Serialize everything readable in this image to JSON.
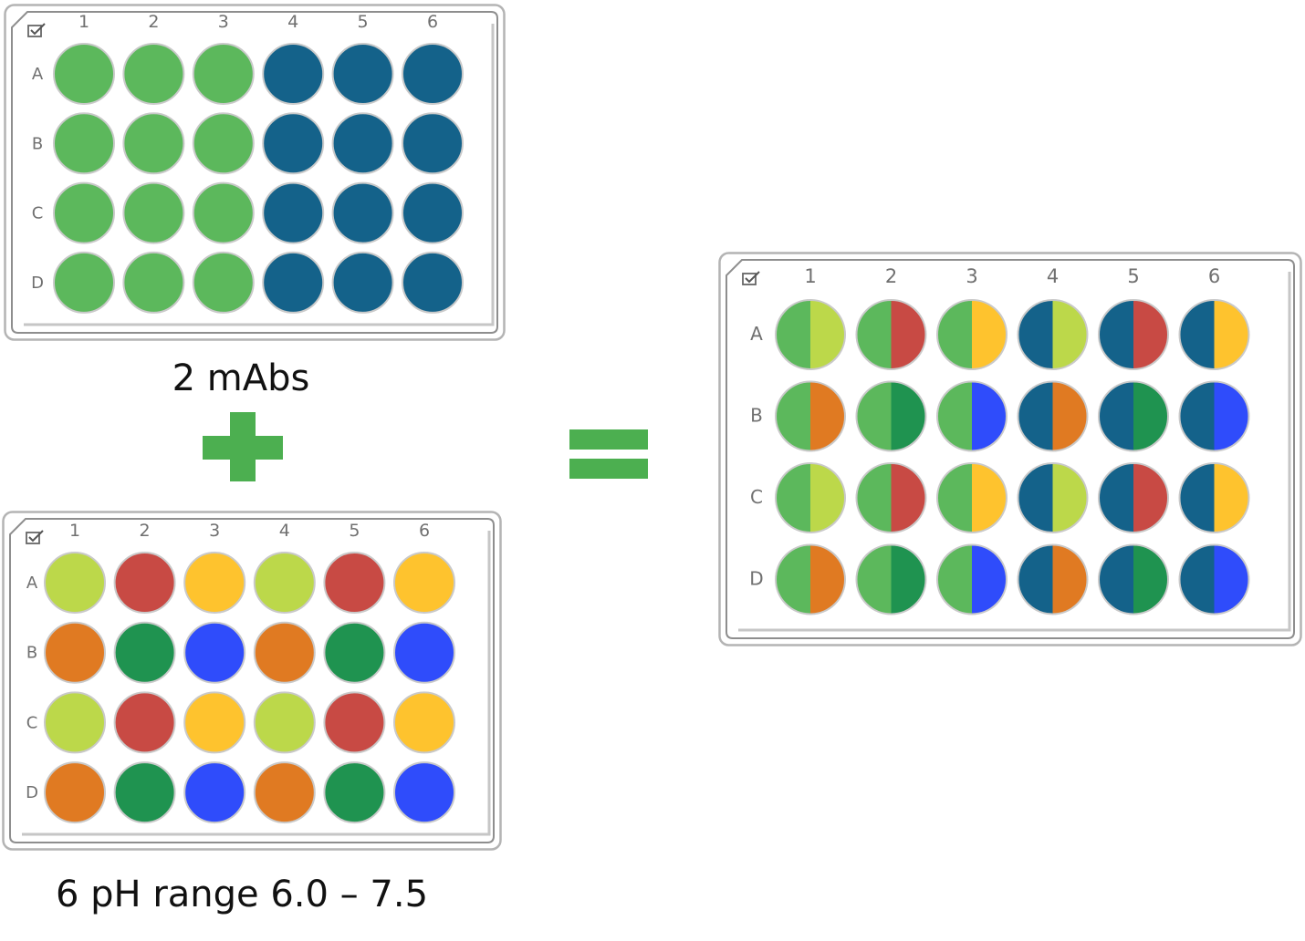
{
  "colors": {
    "mab1": "#5cb85c",
    "mab2": "#14628a",
    "ph_a": "#bcd84a",
    "ph_b": "#c84a44",
    "ph_c": "#fec32e",
    "ph_d": "#e07a22",
    "ph_e": "#1f9350",
    "ph_f": "#2f4cfb",
    "operator": "#4caf50",
    "plate_border": "#9a9a9a",
    "plate_label": "#707070"
  },
  "plate_labels": {
    "columns": [
      "1",
      "2",
      "3",
      "4",
      "5",
      "6"
    ],
    "rows": [
      "A",
      "B",
      "C",
      "D"
    ]
  },
  "plates": {
    "mabs": {
      "caption": "2 mAbs",
      "wells": [
        [
          "mab1",
          "mab1",
          "mab1",
          "mab2",
          "mab2",
          "mab2"
        ],
        [
          "mab1",
          "mab1",
          "mab1",
          "mab2",
          "mab2",
          "mab2"
        ],
        [
          "mab1",
          "mab1",
          "mab1",
          "mab2",
          "mab2",
          "mab2"
        ],
        [
          "mab1",
          "mab1",
          "mab1",
          "mab2",
          "mab2",
          "mab2"
        ]
      ]
    },
    "ph": {
      "caption": "6 pH range 6.0 – 7.5",
      "wells": [
        [
          "ph_a",
          "ph_b",
          "ph_c",
          "ph_a",
          "ph_b",
          "ph_c"
        ],
        [
          "ph_d",
          "ph_e",
          "ph_f",
          "ph_d",
          "ph_e",
          "ph_f"
        ],
        [
          "ph_a",
          "ph_b",
          "ph_c",
          "ph_a",
          "ph_b",
          "ph_c"
        ],
        [
          "ph_d",
          "ph_e",
          "ph_f",
          "ph_d",
          "ph_e",
          "ph_f"
        ]
      ]
    },
    "combined": {
      "wells": [
        [
          [
            "mab1",
            "ph_a"
          ],
          [
            "mab1",
            "ph_b"
          ],
          [
            "mab1",
            "ph_c"
          ],
          [
            "mab2",
            "ph_a"
          ],
          [
            "mab2",
            "ph_b"
          ],
          [
            "mab2",
            "ph_c"
          ]
        ],
        [
          [
            "mab1",
            "ph_d"
          ],
          [
            "mab1",
            "ph_e"
          ],
          [
            "mab1",
            "ph_f"
          ],
          [
            "mab2",
            "ph_d"
          ],
          [
            "mab2",
            "ph_e"
          ],
          [
            "mab2",
            "ph_f"
          ]
        ],
        [
          [
            "mab1",
            "ph_a"
          ],
          [
            "mab1",
            "ph_b"
          ],
          [
            "mab1",
            "ph_c"
          ],
          [
            "mab2",
            "ph_a"
          ],
          [
            "mab2",
            "ph_b"
          ],
          [
            "mab2",
            "ph_c"
          ]
        ],
        [
          [
            "mab1",
            "ph_d"
          ],
          [
            "mab1",
            "ph_e"
          ],
          [
            "mab1",
            "ph_f"
          ],
          [
            "mab2",
            "ph_d"
          ],
          [
            "mab2",
            "ph_e"
          ],
          [
            "mab2",
            "ph_f"
          ]
        ]
      ]
    }
  }
}
